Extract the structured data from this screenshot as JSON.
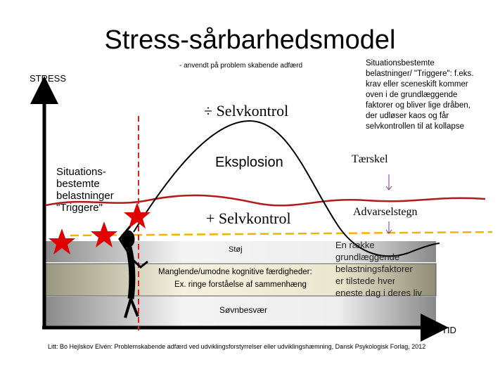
{
  "title": "Stress-sårbarhedsmodel",
  "subtitle": "- anvendt på problem skabende adfærd",
  "axis": {
    "y_label": "STRESS",
    "x_label": "TID"
  },
  "note_lines": [
    "Situationsbestemte",
    "belastninger/ \"Triggere\": f.eks.",
    "krav eller sceneskift kommer",
    "oven i de grundlæggende",
    "faktorer og bliver lige dråben,",
    "der udløser kaos og får",
    "selvkontrollen til at kollapse"
  ],
  "left_label_lines": [
    "Situations-",
    "bestemte",
    "belastninger",
    "\"Triggere\""
  ],
  "labels": {
    "minus_self": "÷ Selvkontrol",
    "explosion": "Eksplosion",
    "threshold": "Tærskel",
    "plus_self": "+ Selvkontrol",
    "warning": "Advarselstegn"
  },
  "layers": {
    "noise": "Støj",
    "cognitive_1": "Manglende/umodne kognitive færdigheder:",
    "cognitive_2": "Ex. ringe forståelse af sammenhæng",
    "sleep": "Søvnbesvær"
  },
  "right_text_lines": [
    "En række",
    "grundlæggende",
    "belastningsfaktorer",
    "er tilstede hver",
    "eneste dag i deres liv"
  ],
  "citation": "Litt: Bo Hejlskov Elvén: Problemskabende adfærd ved udviklingsforstyrrelser eller udviklingshæmning, Dansk Psykologisk Forlag, 2012",
  "colors": {
    "threshold_line": "#b01c1c",
    "warning_line": "#f0b400",
    "star": "#e00000",
    "trigger_line": "#e02020"
  }
}
